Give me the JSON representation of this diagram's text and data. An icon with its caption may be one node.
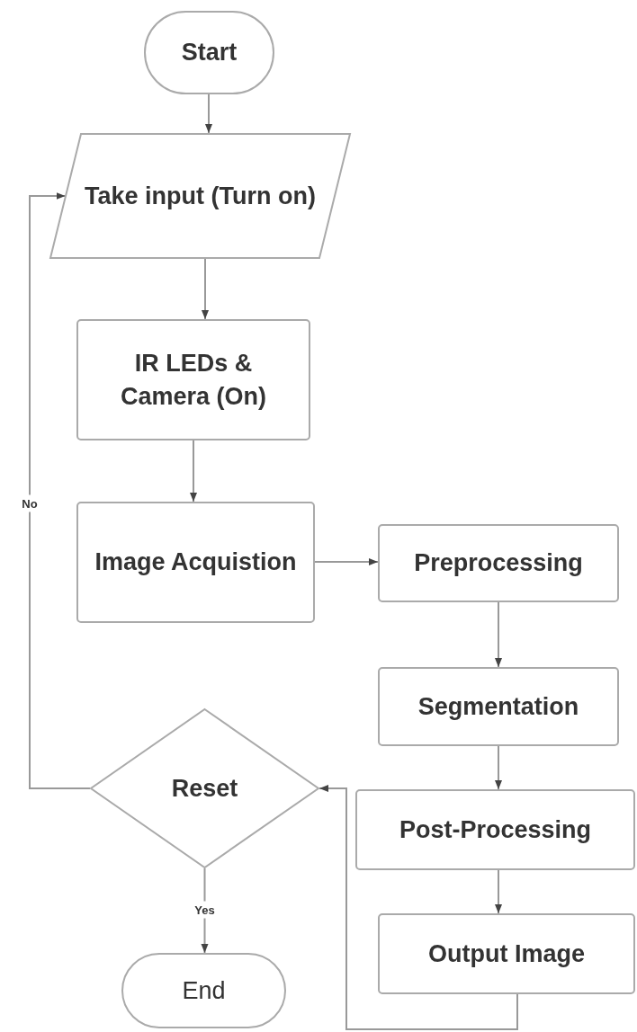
{
  "diagram": {
    "nodes": [
      {
        "text": [
          "Start"
        ]
      },
      {
        "text": [
          "Take input (Turn on)"
        ]
      },
      {
        "text": [
          "IR LEDs & Camera (On)"
        ]
      },
      {
        "text": [
          "Image Acquistion"
        ]
      },
      {
        "text": [
          "Preprocessing"
        ]
      },
      {
        "text": [
          "Segmentation"
        ]
      },
      {
        "text": [
          "Reset"
        ]
      },
      {
        "text": [
          "Post-Processing"
        ]
      },
      {
        "text": [
          "Output Image"
        ]
      },
      {
        "text": [
          "End"
        ]
      }
    ],
    "edges": [
      {
        "from": 0,
        "to": 1,
        "arrow": "to"
      },
      {
        "from": 1,
        "to": 2,
        "arrow": "to"
      },
      {
        "from": 2,
        "to": 3,
        "arrow": "to"
      },
      {
        "from": 3,
        "to": 4,
        "arrow": "to"
      },
      {
        "from": 4,
        "to": 5,
        "arrow": "to"
      },
      {
        "from": 5,
        "to": 7,
        "arrow": "to"
      },
      {
        "from": 7,
        "to": 8,
        "arrow": "to"
      },
      {
        "from": 8,
        "to": 6,
        "arrow": "to"
      },
      {
        "from": 6,
        "to": 1,
        "label": "No",
        "arrow": "to"
      },
      {
        "from": 6,
        "to": 9,
        "label": "Yes",
        "arrow": "to"
      }
    ]
  }
}
